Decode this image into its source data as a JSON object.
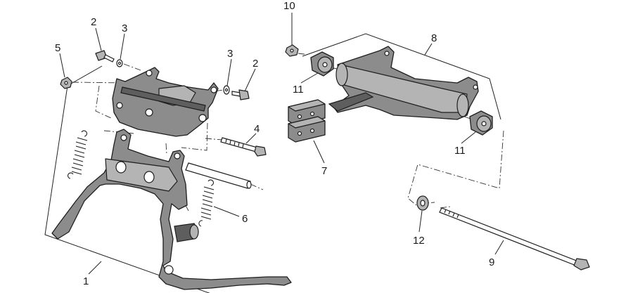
{
  "callouts": {
    "c1": "1",
    "c2a": "2",
    "c3a": "3",
    "c5": "5",
    "c3b": "3",
    "c2b": "2",
    "c4": "4",
    "c6": "6",
    "c10": "10",
    "c8": "8",
    "c11a": "11",
    "c11b": "11",
    "c7": "7",
    "c12": "12",
    "c9": "9"
  },
  "colors": {
    "part_fill": "#8c8c8c",
    "part_light": "#b4b4b4",
    "outline": "#1e1e1e",
    "background": "#ffffff"
  }
}
